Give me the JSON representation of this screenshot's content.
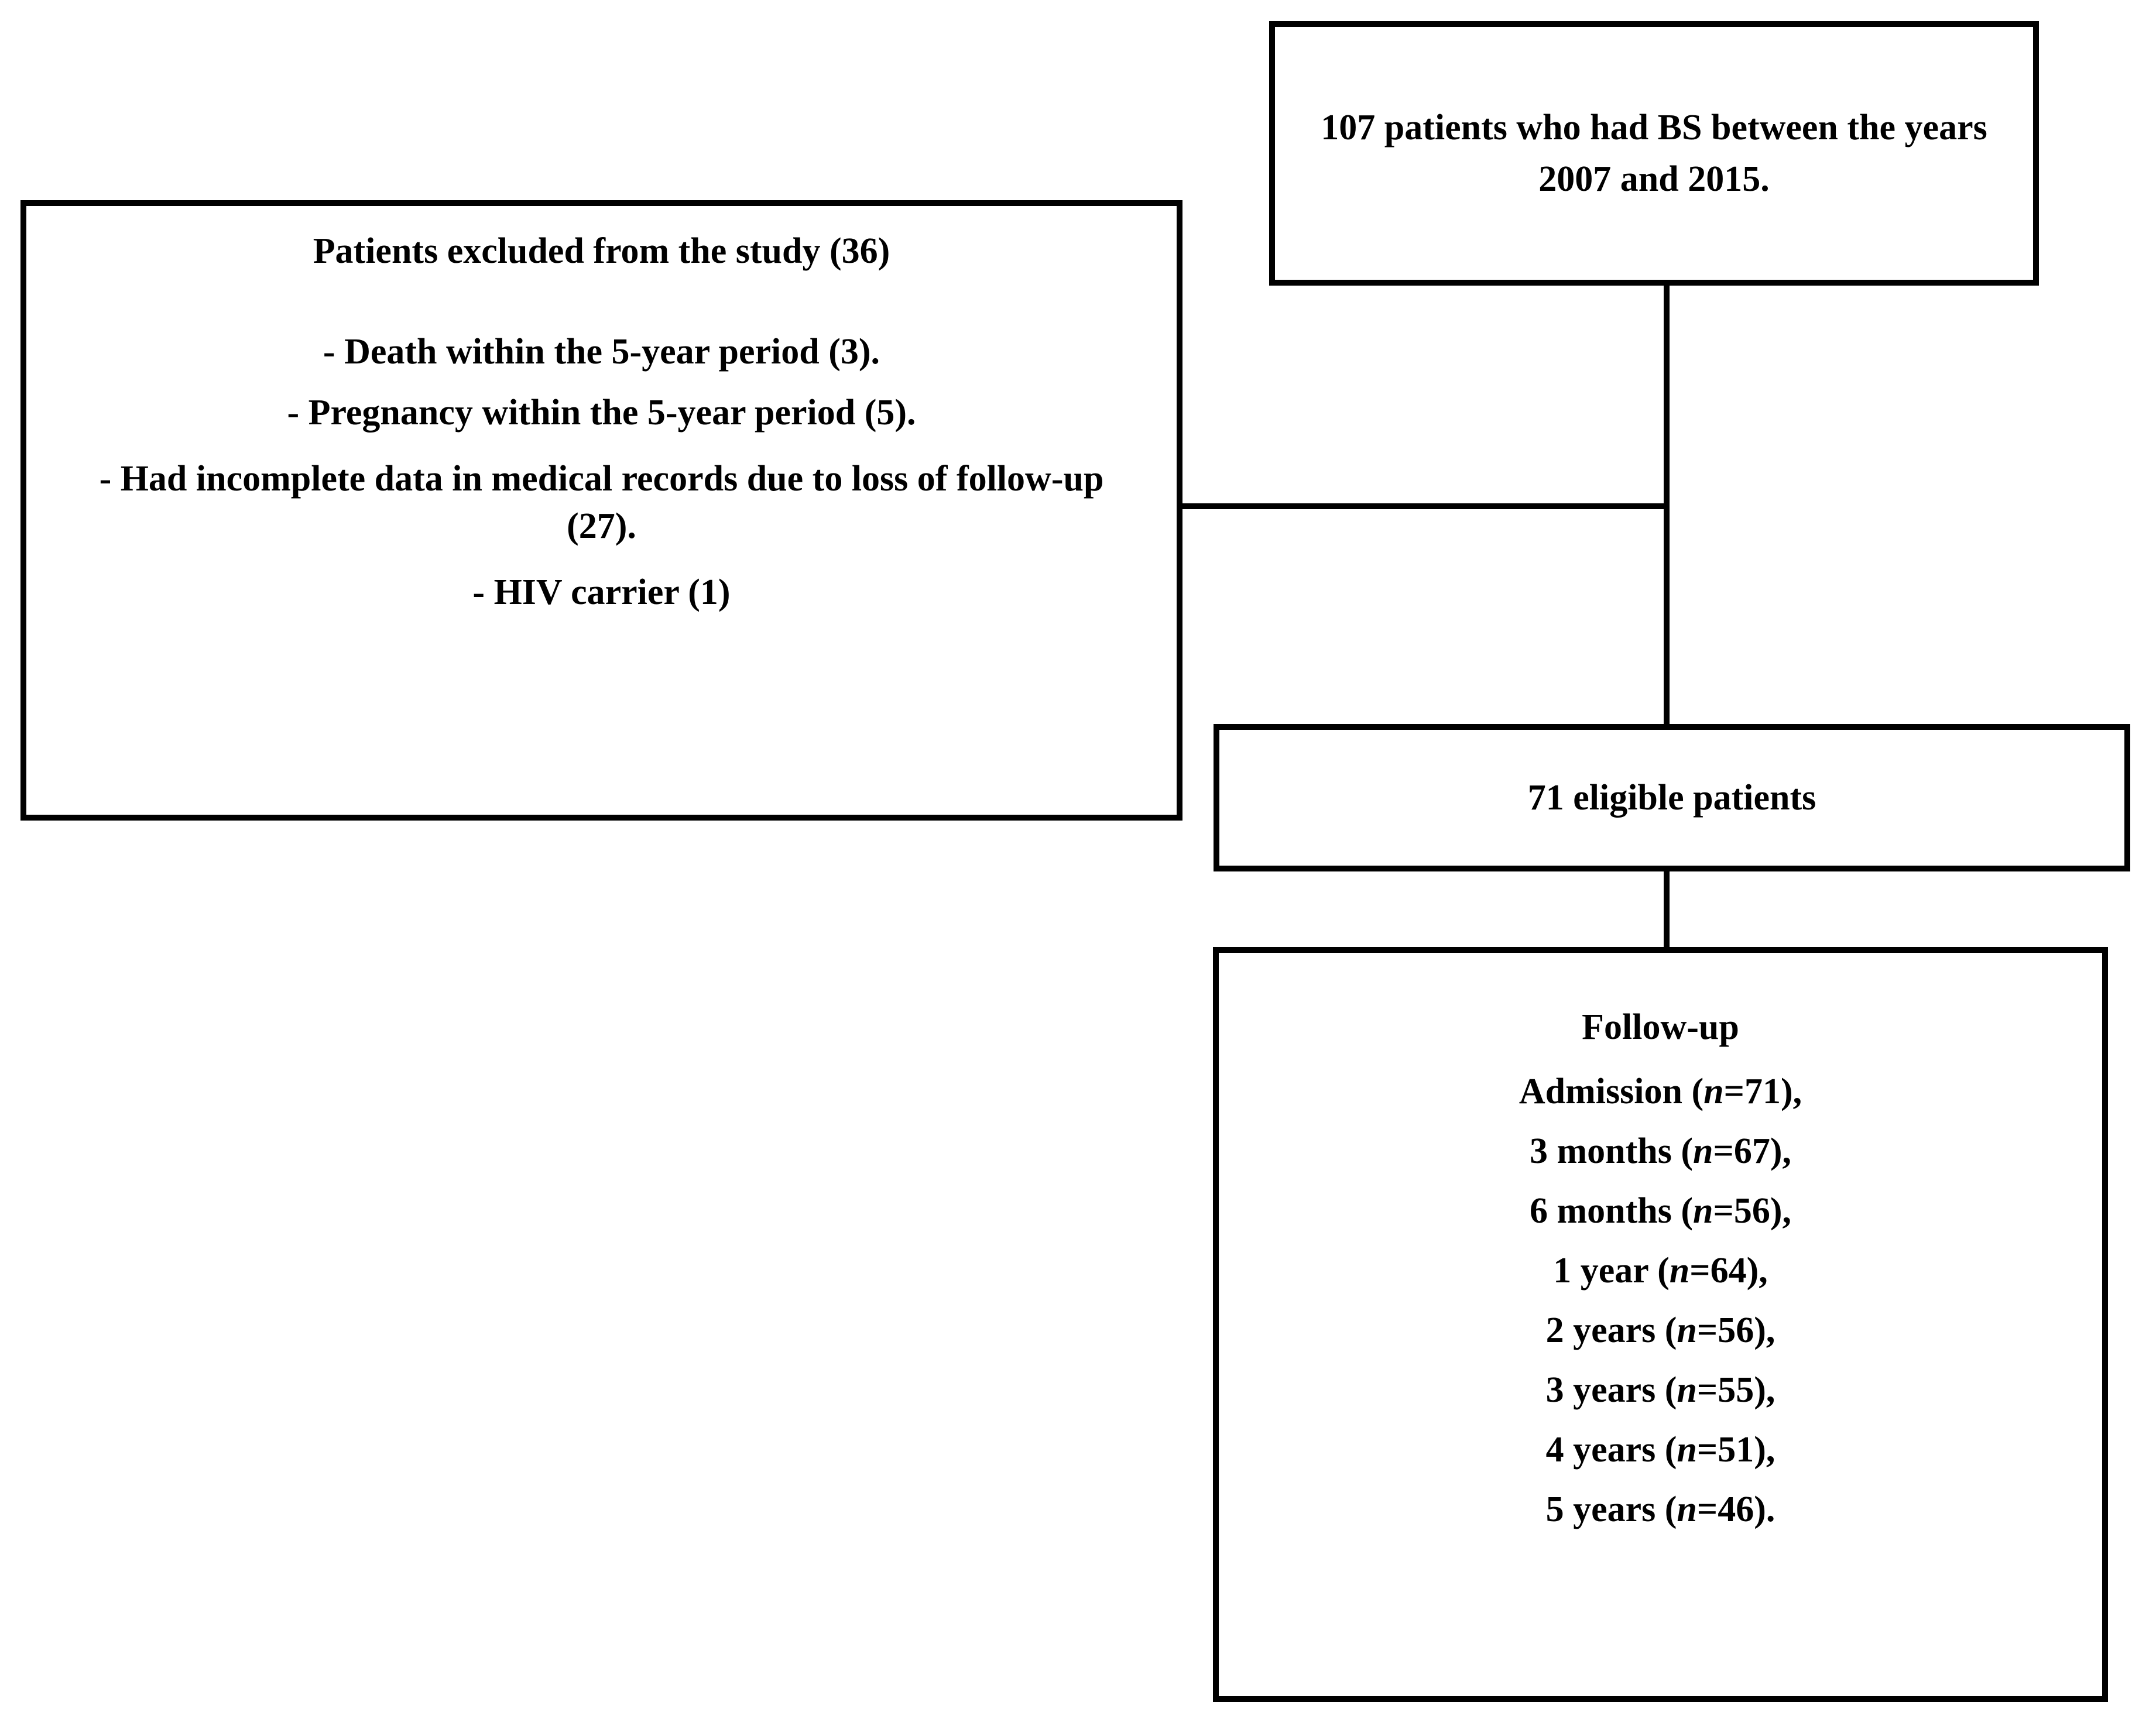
{
  "diagram": {
    "type": "study-flow-chart",
    "source_box": {
      "lines": [
        "107 patients who had BS between the years 2007 and 2015."
      ]
    },
    "excluded_box": {
      "heading": "Patients excluded from the study (36)",
      "reasons": [
        "- Death within the 5-year period (3).",
        "- Pregnancy within the 5-year period (5).",
        "- Had incomplete data in medical records due to loss of follow-up (27).",
        "- HIV carrier (1)"
      ]
    },
    "eligible_box": {
      "label": "71 eligible patients"
    },
    "followup_box": {
      "title": "Follow-up",
      "items": [
        {
          "timepoint": "Admission",
          "prefix": "Admission (",
          "n_symbol": "n",
          "value": "=71),",
          "full": "Admission (n=71),"
        },
        {
          "timepoint": "3 months",
          "prefix": "3 months (",
          "n_symbol": "n",
          "value": "=67),",
          "full": "3 months (n=67),"
        },
        {
          "timepoint": "6 months",
          "prefix": "6 months (",
          "n_symbol": "n",
          "value": "=56),",
          "full": "6 months (n=56),"
        },
        {
          "timepoint": "1 year",
          "prefix": "1 year (",
          "n_symbol": "n",
          "value": "=64),",
          "full": "1 year (n=64),"
        },
        {
          "timepoint": "2 years",
          "prefix": "2 years (",
          "n_symbol": "n",
          "value": "=56),",
          "full": "2 years (n=56),"
        },
        {
          "timepoint": "3 years",
          "prefix": "3 years (",
          "n_symbol": "n",
          "value": "=55),",
          "full": "3 years (n=55),"
        },
        {
          "timepoint": "4 years",
          "prefix": "4 years (",
          "n_symbol": "n",
          "value": "=51),",
          "full": "4 years (n=51),"
        },
        {
          "timepoint": "5 years",
          "prefix": "5 years (",
          "n_symbol": "n",
          "value": "=46).",
          "full": "5 years (n=46)."
        }
      ]
    },
    "colors": {
      "border": "#000000",
      "text": "#000000",
      "background": "#ffffff"
    }
  }
}
